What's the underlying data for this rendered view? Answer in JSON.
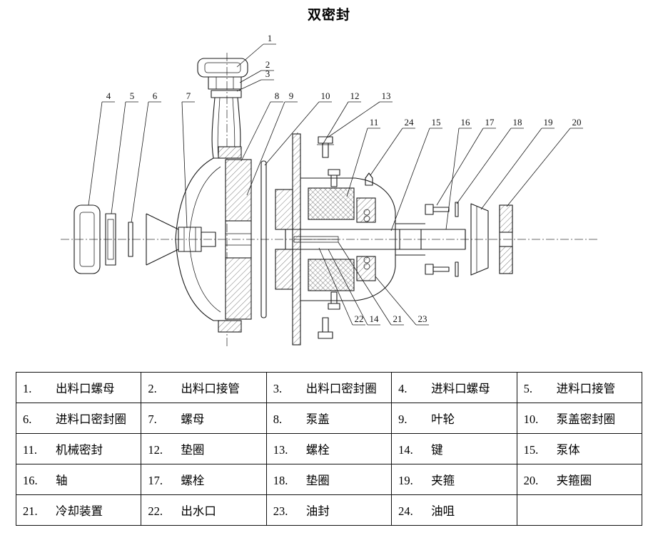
{
  "title": "双密封",
  "diagram": {
    "callouts": [
      {
        "n": "1"
      },
      {
        "n": "2"
      },
      {
        "n": "3"
      },
      {
        "n": "4"
      },
      {
        "n": "5"
      },
      {
        "n": "6"
      },
      {
        "n": "7"
      },
      {
        "n": "8"
      },
      {
        "n": "9"
      },
      {
        "n": "10"
      },
      {
        "n": "12"
      },
      {
        "n": "13"
      },
      {
        "n": "11"
      },
      {
        "n": "24"
      },
      {
        "n": "15"
      },
      {
        "n": "16"
      },
      {
        "n": "17"
      },
      {
        "n": "18"
      },
      {
        "n": "19"
      },
      {
        "n": "20"
      },
      {
        "n": "22"
      },
      {
        "n": "14"
      },
      {
        "n": "21"
      },
      {
        "n": "23"
      }
    ]
  },
  "table": {
    "cells": [
      {
        "num": "1.",
        "name": "出料口螺母"
      },
      {
        "num": "2.",
        "name": "出料口接管"
      },
      {
        "num": "3.",
        "name": "出料口密封圈"
      },
      {
        "num": "4.",
        "name": "进料口螺母"
      },
      {
        "num": "5.",
        "name": "进料口接管"
      },
      {
        "num": "6.",
        "name": "进料口密封圈"
      },
      {
        "num": "7.",
        "name": "螺母"
      },
      {
        "num": "8.",
        "name": "泵盖"
      },
      {
        "num": "9.",
        "name": "叶轮"
      },
      {
        "num": "10.",
        "name": "泵盖密封圈"
      },
      {
        "num": "11.",
        "name": "机械密封"
      },
      {
        "num": "12.",
        "name": "垫圈"
      },
      {
        "num": "13.",
        "name": "螺栓"
      },
      {
        "num": "14.",
        "name": "键"
      },
      {
        "num": "15.",
        "name": "泵体"
      },
      {
        "num": "16.",
        "name": "轴"
      },
      {
        "num": "17.",
        "name": "螺栓"
      },
      {
        "num": "18.",
        "name": "垫圈"
      },
      {
        "num": "19.",
        "name": "夹箍"
      },
      {
        "num": "20.",
        "name": "夹箍圈"
      },
      {
        "num": "21.",
        "name": "冷却装置"
      },
      {
        "num": "22.",
        "name": "出水口"
      },
      {
        "num": "23.",
        "name": "油封"
      },
      {
        "num": "24.",
        "name": "油咀"
      },
      {
        "num": "",
        "name": ""
      }
    ]
  }
}
